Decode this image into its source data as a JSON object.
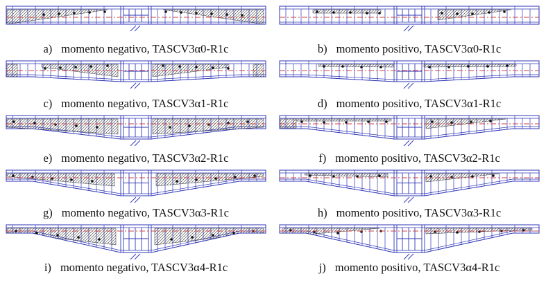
{
  "colors": {
    "beam_line": "#2d35b5",
    "hatch": "#333333",
    "centerline": "#cc4040",
    "dot": "#111111"
  },
  "panels": [
    {
      "id": "a",
      "label": "a)",
      "caption": "momento negativo, TASCV3α0-R1c",
      "moment": "negativo",
      "model": "TASCV3α0-R1c",
      "geom": {
        "end": 26,
        "mid": 26
      },
      "red": 19,
      "hatches": [
        [
          [
            5,
            8
          ],
          [
            150,
            8
          ],
          [
            5,
            29
          ]
        ],
        [
          [
            230,
            8
          ],
          [
            375,
            8
          ],
          [
            375,
            29
          ]
        ]
      ],
      "dots": [
        [
          58,
          15
        ],
        [
          80,
          14
        ],
        [
          102,
          13
        ],
        [
          124,
          12
        ],
        [
          146,
          11
        ],
        [
          234,
          11
        ],
        [
          256,
          12
        ],
        [
          278,
          13
        ],
        [
          300,
          14
        ],
        [
          322,
          15
        ],
        [
          344,
          16
        ]
      ]
    },
    {
      "id": "b",
      "label": "b)",
      "caption": "momento positivo, TASCV3α0-R1c",
      "moment": "positivo",
      "model": "TASCV3α0-R1c",
      "geom": {
        "end": 26,
        "mid": 26
      },
      "red": 19,
      "hatches": [
        [
          [
            52,
            8
          ],
          [
            150,
            8
          ],
          [
            150,
            13
          ],
          [
            52,
            13
          ]
        ],
        [
          [
            232,
            8
          ],
          [
            338,
            8
          ],
          [
            232,
            23
          ]
        ]
      ],
      "dots": [
        [
          58,
          11
        ],
        [
          82,
          12
        ],
        [
          106,
          12
        ],
        [
          130,
          13
        ],
        [
          148,
          13
        ],
        [
          238,
          13
        ],
        [
          260,
          14
        ],
        [
          282,
          14
        ],
        [
          306,
          12
        ],
        [
          328,
          11
        ]
      ]
    },
    {
      "id": "c",
      "label": "c)",
      "caption": "momento negativo, TASCV3α1-R1c",
      "moment": "negativo",
      "model": "TASCV3α1-R1c",
      "geom": {
        "end": 23,
        "mid": 30
      },
      "red": 17,
      "hatches": [
        [
          [
            5,
            8
          ],
          [
            20,
            8
          ],
          [
            20,
            26
          ],
          [
            5,
            26
          ]
        ],
        [
          [
            55,
            8
          ],
          [
            165,
            8
          ],
          [
            165,
            26
          ],
          [
            55,
            12
          ]
        ],
        [
          [
            215,
            8
          ],
          [
            325,
            8
          ],
          [
            325,
            12
          ],
          [
            215,
            26
          ]
        ],
        [
          [
            360,
            8
          ],
          [
            375,
            8
          ],
          [
            375,
            26
          ],
          [
            360,
            26
          ]
        ]
      ],
      "dots": [
        [
          60,
          14
        ],
        [
          82,
          13
        ],
        [
          104,
          12
        ],
        [
          126,
          11
        ],
        [
          150,
          10
        ],
        [
          230,
          10
        ],
        [
          254,
          11
        ],
        [
          278,
          12
        ],
        [
          302,
          13
        ],
        [
          324,
          14
        ]
      ]
    },
    {
      "id": "d",
      "label": "d)",
      "caption": "momento positivo, TASCV3α1-R1c",
      "moment": "positivo",
      "model": "TASCV3α1-R1c",
      "geom": {
        "end": 23,
        "mid": 30
      },
      "red": 17,
      "hatches": [
        [
          [
            60,
            8
          ],
          [
            168,
            8
          ],
          [
            168,
            12
          ],
          [
            60,
            11
          ]
        ],
        [
          [
            212,
            8
          ],
          [
            345,
            8
          ],
          [
            345,
            11
          ],
          [
            212,
            12
          ]
        ]
      ],
      "dots": [
        [
          68,
          11
        ],
        [
          95,
          11
        ],
        [
          122,
          12
        ],
        [
          150,
          12
        ],
        [
          220,
          12
        ],
        [
          248,
          12
        ],
        [
          276,
          11
        ],
        [
          304,
          11
        ],
        [
          332,
          10
        ]
      ]
    },
    {
      "id": "e",
      "label": "e)",
      "caption": "momento negativo, TASCV3α2-R1c",
      "moment": "negativo",
      "model": "TASCV3α2-R1c",
      "geom": {
        "end": 19,
        "mid": 34
      },
      "red": 15,
      "hatches": [
        [
          [
            5,
            8
          ],
          [
            165,
            8
          ],
          [
            165,
            30
          ],
          [
            5,
            20
          ]
        ],
        [
          [
            215,
            8
          ],
          [
            375,
            8
          ],
          [
            375,
            20
          ],
          [
            215,
            30
          ]
        ]
      ],
      "dots": [
        [
          15,
          12
        ],
        [
          45,
          14
        ],
        [
          75,
          16
        ],
        [
          105,
          18
        ],
        [
          135,
          20
        ],
        [
          240,
          20
        ],
        [
          268,
          18
        ],
        [
          296,
          16
        ],
        [
          324,
          14
        ],
        [
          352,
          12
        ]
      ]
    },
    {
      "id": "f",
      "label": "f)",
      "caption": "momento positivo, TASCV3α2-R1c",
      "moment": "positivo",
      "model": "TASCV3α2-R1c",
      "geom": {
        "end": 19,
        "mid": 34
      },
      "red": 15,
      "hatches": [
        [
          [
            5,
            8
          ],
          [
            28,
            8
          ],
          [
            28,
            21
          ],
          [
            5,
            21
          ]
        ],
        [
          [
            28,
            8
          ],
          [
            165,
            8
          ],
          [
            165,
            11
          ],
          [
            28,
            11
          ]
        ],
        [
          [
            215,
            8
          ],
          [
            330,
            8
          ],
          [
            215,
            22
          ]
        ]
      ],
      "dots": [
        [
          36,
          12
        ],
        [
          68,
          13
        ],
        [
          100,
          13
        ],
        [
          132,
          12
        ],
        [
          158,
          12
        ],
        [
          224,
          12
        ],
        [
          252,
          13
        ],
        [
          280,
          12
        ],
        [
          308,
          11
        ]
      ]
    },
    {
      "id": "g",
      "label": "g)",
      "caption": "momento negativo, TASCV3α3-R1c",
      "moment": "negativo",
      "model": "TASCV3α3-R1c",
      "geom": {
        "end": 16,
        "mid": 37
      },
      "red": 14,
      "hatches": [
        [
          [
            5,
            8
          ],
          [
            160,
            8
          ],
          [
            160,
            26
          ],
          [
            5,
            12
          ]
        ],
        [
          [
            220,
            8
          ],
          [
            375,
            8
          ],
          [
            375,
            12
          ],
          [
            220,
            26
          ]
        ]
      ],
      "dots": [
        [
          14,
          11
        ],
        [
          42,
          13
        ],
        [
          70,
          15
        ],
        [
          98,
          17
        ],
        [
          128,
          19
        ],
        [
          250,
          19
        ],
        [
          278,
          17
        ],
        [
          306,
          15
        ],
        [
          334,
          13
        ],
        [
          362,
          11
        ]
      ]
    },
    {
      "id": "h",
      "label": "h)",
      "caption": "momento positivo, TASCV3α3-R1c",
      "moment": "positivo",
      "model": "TASCV3α3-R1c",
      "geom": {
        "end": 16,
        "mid": 37
      },
      "red": 14,
      "hatches": [
        [
          [
            40,
            8
          ],
          [
            160,
            8
          ],
          [
            160,
            13
          ],
          [
            40,
            10
          ]
        ],
        [
          [
            215,
            8
          ],
          [
            320,
            8
          ],
          [
            215,
            20
          ]
        ]
      ],
      "dots": [
        [
          48,
          11
        ],
        [
          82,
          12
        ],
        [
          116,
          12
        ],
        [
          148,
          11
        ],
        [
          222,
          12
        ],
        [
          252,
          13
        ],
        [
          282,
          12
        ],
        [
          312,
          11
        ]
      ]
    },
    {
      "id": "i",
      "label": "i)",
      "caption": "momento negativo, TASCV3α4-R1c",
      "moment": "negativo",
      "model": "TASCV3α4-R1c",
      "geom": {
        "end": 12,
        "mid": 40
      },
      "red": 12,
      "hatches": [
        [
          [
            5,
            8
          ],
          [
            162,
            8
          ],
          [
            162,
            32
          ],
          [
            5,
            14
          ]
        ],
        [
          [
            218,
            8
          ],
          [
            375,
            8
          ],
          [
            375,
            14
          ],
          [
            218,
            32
          ]
        ]
      ],
      "dots": [
        [
          18,
          12
        ],
        [
          48,
          15
        ],
        [
          78,
          18
        ],
        [
          108,
          21
        ],
        [
          138,
          24
        ],
        [
          242,
          24
        ],
        [
          272,
          21
        ],
        [
          302,
          18
        ],
        [
          332,
          15
        ],
        [
          360,
          12
        ]
      ]
    },
    {
      "id": "j",
      "label": "j)",
      "caption": "momento positivo, TASCV3α4-R1c",
      "moment": "positivo",
      "model": "TASCV3α4-R1c",
      "geom": {
        "end": 12,
        "mid": 40
      },
      "red": 12,
      "hatches": [
        [
          [
            8,
            8
          ],
          [
            148,
            8
          ],
          [
            8,
            20
          ]
        ],
        [
          [
            215,
            8
          ],
          [
            368,
            8
          ],
          [
            368,
            10
          ],
          [
            215,
            16
          ]
        ]
      ],
      "dots": [
        [
          20,
          11
        ],
        [
          54,
          13
        ],
        [
          88,
          15
        ],
        [
          122,
          13
        ],
        [
          150,
          12
        ],
        [
          228,
          13
        ],
        [
          260,
          14
        ],
        [
          292,
          13
        ],
        [
          324,
          12
        ],
        [
          356,
          11
        ]
      ]
    }
  ]
}
